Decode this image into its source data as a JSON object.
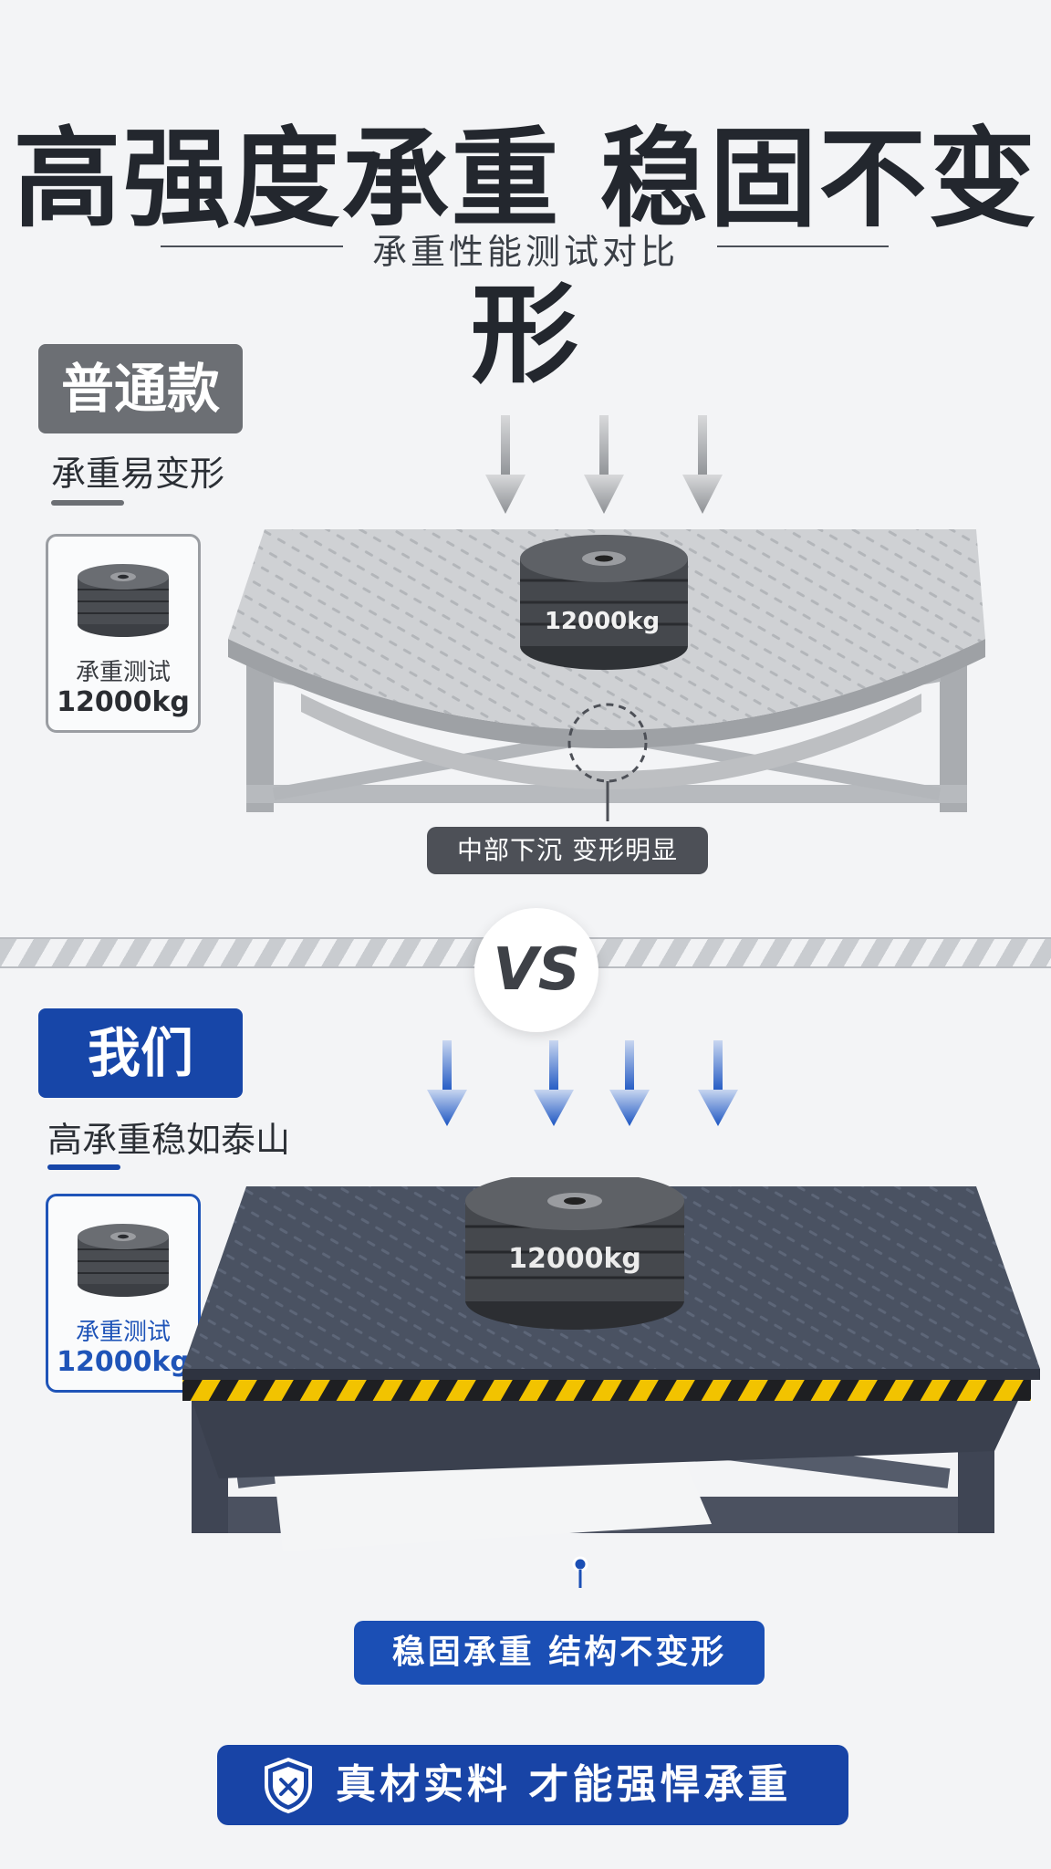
{
  "header": {
    "title": "高强度承重 稳固不变形",
    "subtitle": "承重性能测试对比"
  },
  "normal": {
    "badge": "普通款",
    "desc": "承重易变形",
    "card_label": "承重测试",
    "card_value": "12000kg",
    "weight_label": "12000kg",
    "callout": "中部下沉 变形明显"
  },
  "vs": {
    "text": "VS"
  },
  "ours": {
    "badge": "我们",
    "desc": "高承重稳如泰山",
    "card_label": "承重测试",
    "card_value": "12000kg",
    "weight_label": "12000kg",
    "callout": "稳固承重 结构不变形"
  },
  "footer": {
    "slogan": "真材实料 才能强悍承重",
    "icon": "shield-icon"
  },
  "colors": {
    "brand_blue": "#1746a8",
    "gray_badge": "#6c6f74",
    "hazard_yellow": "#f2c300"
  }
}
